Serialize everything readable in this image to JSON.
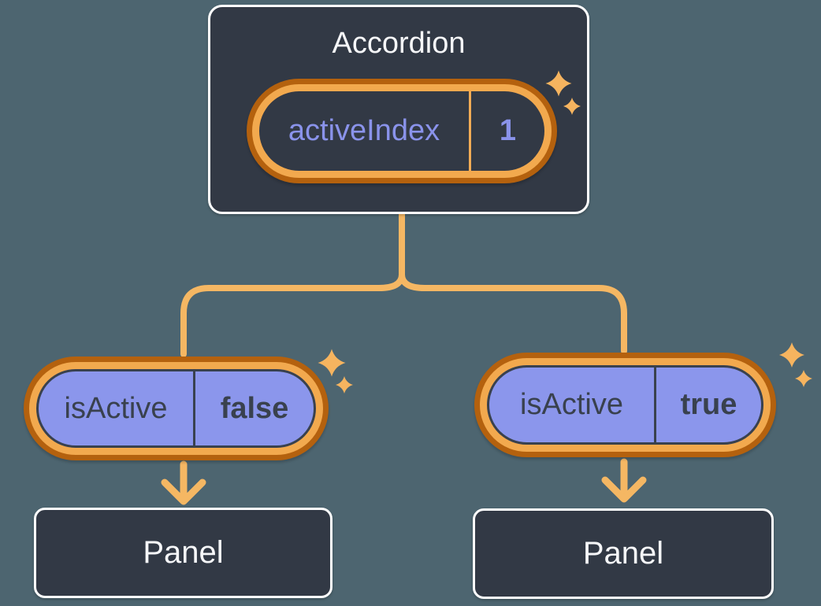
{
  "diagram": {
    "root": {
      "title": "Accordion",
      "state": {
        "name": "activeIndex",
        "value": "1"
      }
    },
    "children": [
      {
        "prop": {
          "name": "isActive",
          "value": "false"
        },
        "child_title": "Panel"
      },
      {
        "prop": {
          "name": "isActive",
          "value": "true"
        },
        "child_title": "Panel"
      }
    ]
  },
  "icons": {
    "sparkle": "✦ four-point star, drawn twice (large + small) beside each highlighted pill"
  },
  "colors": {
    "background": "#4D6570",
    "box_fill": "#323945",
    "box_border": "#FFFFFF",
    "title_text": "#F6F7F9",
    "ring_outer": "#B4610E",
    "ring_inner": "#F2A94E",
    "connector": "#F5B763",
    "sparkle": "#F6B45F",
    "state_text": "#8A93EB",
    "state_divider": "#F2AC55",
    "prop_fill": "#8B96EC",
    "prop_text": "#39414E"
  }
}
